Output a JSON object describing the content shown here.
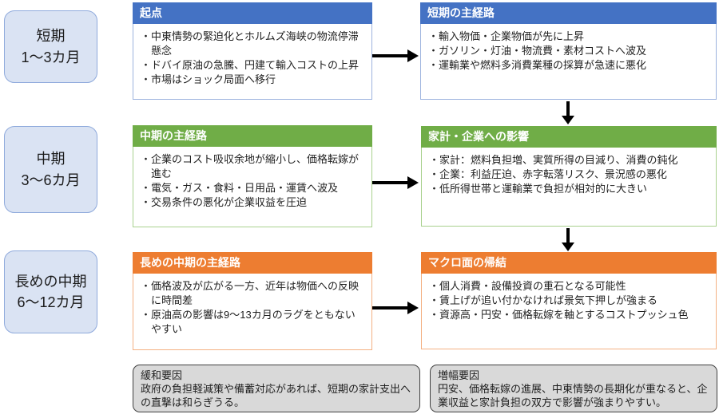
{
  "palette": {
    "blue": "#4472C4",
    "green": "#70AD47",
    "orange": "#ED7D31",
    "blue_border": "#9DB3DE",
    "green_border": "#A9D18E",
    "orange_border": "#F4B183",
    "stage_fill": "#DAE3F3",
    "stage_border": "#8FAADC",
    "note_fill": "#D9D9D9",
    "arrow": "#000000"
  },
  "stages": [
    {
      "line1": "短期",
      "line2": "1〜3カ月"
    },
    {
      "line1": "中期",
      "line2": "3〜6カ月"
    },
    {
      "line1": "長めの中期",
      "line2": "6〜12カ月"
    }
  ],
  "boxes": {
    "origin": {
      "title": "起点",
      "bullets": [
        "・中東情勢の緊迫化とホルムズ海峡の物流停滞懸念",
        "・ドバイ原油の急騰、円建て輸入コストの上昇",
        "・市場はショック局面へ移行"
      ]
    },
    "short_path": {
      "title": "短期の主経路",
      "bullets": [
        "・輸入物価・企業物価が先に上昇",
        "・ガソリン・灯油・物流費・素材コストへ波及",
        "・運輸業や燃料多消費業種の採算が急速に悪化"
      ]
    },
    "mid_path": {
      "title": "中期の主経路",
      "bullets": [
        "・企業のコスト吸収余地が縮小し、価格転嫁が進む",
        "・電気・ガス・食料・日用品・運賃へ波及",
        "・交易条件の悪化が企業収益を圧迫"
      ]
    },
    "impact": {
      "title": "家計・企業への影響",
      "bullets": [
        "・家計：燃料負担増、実質所得の目減り、消費の鈍化",
        "・企業：利益圧迫、赤字転落リスク、景況感の悪化",
        "・低所得世帯と運輸業で負担が相対的に大きい"
      ]
    },
    "long_path": {
      "title": "長めの中期の主経路",
      "bullets": [
        "・価格波及が広がる一方、近年は物価への反映に時間差",
        "・原油高の影響は9〜13カ月のラグをともないやすい"
      ]
    },
    "macro": {
      "title": "マクロ面の帰結",
      "bullets": [
        "・個人消費・設備投資の重石となる可能性",
        "・賃上げが追い付かなければ景気下押しが強まる",
        "・資源高・円安・価格転嫁を軸とするコストプッシュ色"
      ]
    }
  },
  "notes": [
    {
      "title": "緩和要因",
      "body": "政府の負担軽減策や備蓄対応があれば、短期の家計支出への直撃は和らぎうる。"
    },
    {
      "title": "増幅要因",
      "body": "円安、価格転嫁の進展、中東情勢の長期化が重なると、企業収益と家計負担の双方で影響が強まりやすい。"
    }
  ]
}
